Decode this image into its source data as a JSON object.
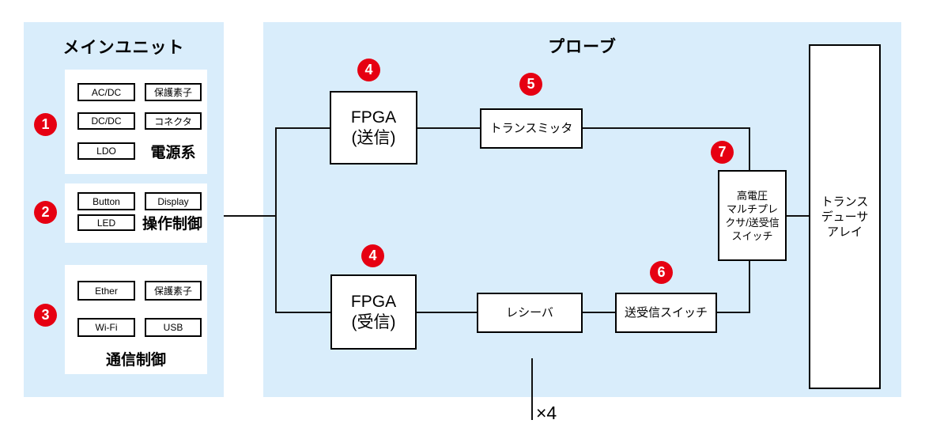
{
  "colors": {
    "panel_blue": "#d9edfb",
    "badge_red": "#e60012",
    "line_black": "#111111"
  },
  "main_unit": {
    "title": "メインユニット",
    "power": {
      "badge": "1",
      "label": "電源系",
      "items": {
        "ac_dc": "AC/DC",
        "protection": "保護素子",
        "dc_dc": "DC/DC",
        "connector": "コネクタ",
        "ldo": "LDO"
      }
    },
    "control": {
      "badge": "2",
      "label": "操作制御",
      "items": {
        "button": "Button",
        "display": "Display",
        "led": "LED"
      }
    },
    "comm": {
      "badge": "3",
      "label": "通信制御",
      "items": {
        "ether": "Ether",
        "protection": "保護素子",
        "wifi": "Wi-Fi",
        "usb": "USB"
      }
    }
  },
  "probe": {
    "title": "プローブ",
    "fpga_tx": {
      "badge": "4",
      "name": "FPGA",
      "mode": "(送信)"
    },
    "transmitter": {
      "badge": "5",
      "label": "トランスミッタ"
    },
    "fpga_rx": {
      "badge": "4",
      "name": "FPGA",
      "mode": "(受信)"
    },
    "receiver": {
      "label": "レシーバ"
    },
    "tr_switch": {
      "badge": "6",
      "label": "送受信スイッチ"
    },
    "hv_mux": {
      "badge": "7",
      "line1": "高電圧",
      "line2": "マルチプレ",
      "line3": "クサ/送受信",
      "line4": "スイッチ"
    },
    "multiplier": "×4"
  },
  "transducer": {
    "line1": "トランス",
    "line2": "デューサ",
    "line3": "アレイ"
  }
}
